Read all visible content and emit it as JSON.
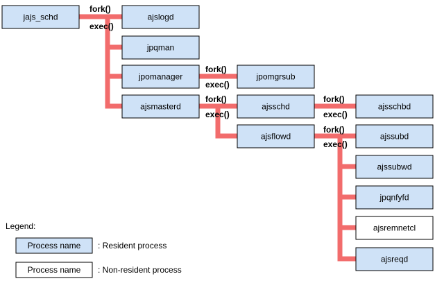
{
  "colors": {
    "resident_fill": "#cfe2f7",
    "nonresident_fill": "#ffffff",
    "border": "#000000",
    "connector": "#f26c6c"
  },
  "ops": {
    "fork": "fork()",
    "exec": "exec()"
  },
  "processes": {
    "jajs_schd": "jajs_schd",
    "ajslogd": "ajslogd",
    "jpqman": "jpqman",
    "jpomanager": "jpomanager",
    "ajsmasterd": "ajsmasterd",
    "jpomgrsub": "jpomgrsub",
    "ajsschd": "ajsschd",
    "ajsflowd": "ajsflowd",
    "ajsschbd": "ajsschbd",
    "ajssubd": "ajssubd",
    "ajssubwd": "ajssubwd",
    "jpqnfyfd": "jpqnfyfd",
    "ajsremnetcl": "ajsremnetcl",
    "ajsreqd": "ajsreqd"
  },
  "resident": {
    "jajs_schd": true,
    "ajslogd": true,
    "jpqman": true,
    "jpomanager": true,
    "ajsmasterd": true,
    "jpomgrsub": true,
    "ajsschd": true,
    "ajsflowd": true,
    "ajsschbd": true,
    "ajssubd": true,
    "ajssubwd": true,
    "jpqnfyfd": true,
    "ajsremnetcl": false,
    "ajsreqd": true
  },
  "legend": {
    "title": "Legend:",
    "resident_box": "Process name",
    "resident_desc": ": Resident process",
    "nonresident_box": "Process name",
    "nonresident_desc": ": Non-resident process"
  }
}
